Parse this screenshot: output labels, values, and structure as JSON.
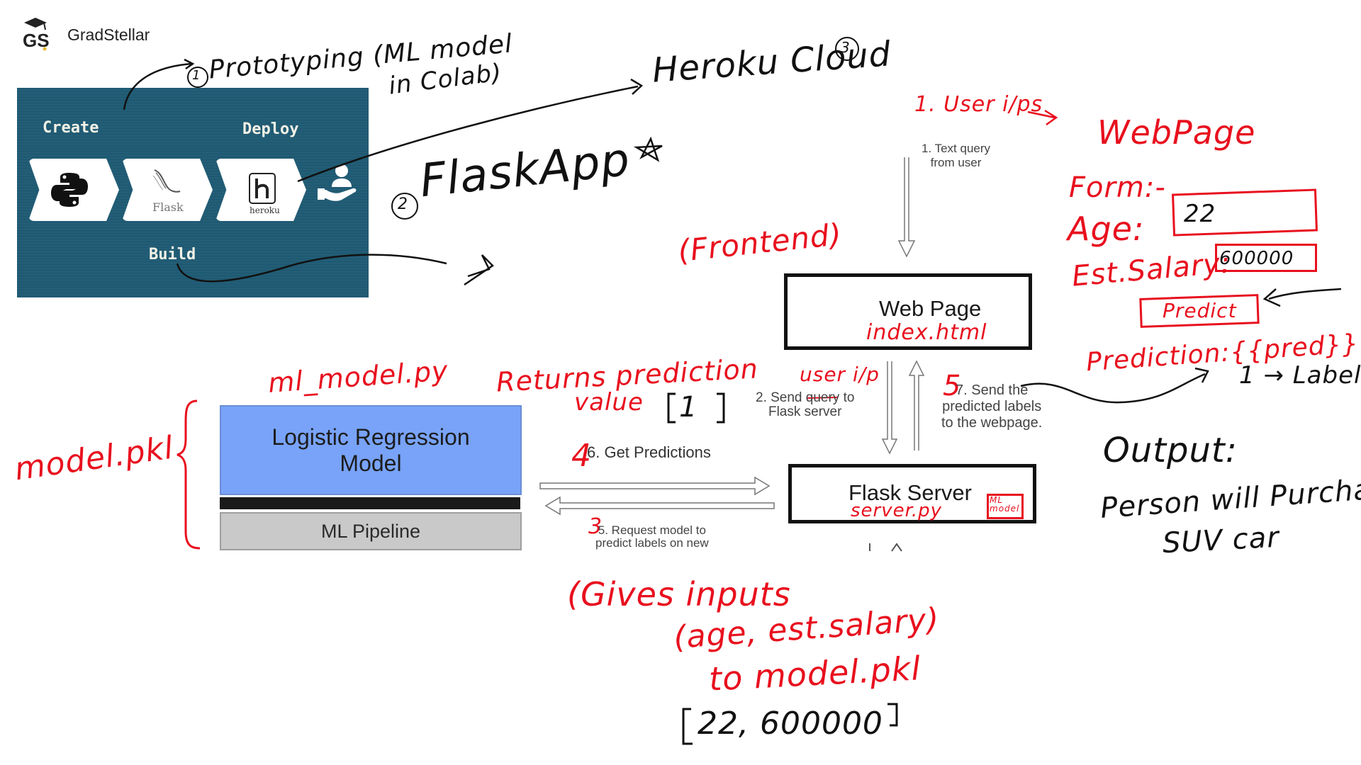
{
  "brand": {
    "name": "GradStellar",
    "logo_icon": "gradstellar-logo-icon"
  },
  "banner": {
    "create": "Create",
    "deploy": "Deploy",
    "build": "Build",
    "flask_tile": "Flask",
    "heroku_tile": "heroku",
    "icons": [
      "python-icon",
      "flask-icon",
      "heroku-icon",
      "hand-user-icon"
    ]
  },
  "notes_top": {
    "prototyping_num": "1",
    "prototyping": "Prototyping (ML model",
    "prototyping2": "in Colab)",
    "heroku": "Heroku Cloud",
    "heroku_num": "3",
    "flask_num": "2",
    "flask": "FlaskApp"
  },
  "frontend": "(Frontend)",
  "user_ips": "1. User i/ps",
  "text_query": [
    "1. Text query",
    "from user"
  ],
  "web_page": {
    "title": "Web Page",
    "file": "index.html"
  },
  "flask_server": {
    "title": "Flask Server",
    "file": "server.py",
    "tag": "ML model"
  },
  "step2": {
    "annot": "user i/p",
    "lines": [
      "2. Send query to",
      "Flask  server"
    ]
  },
  "step7": {
    "num": "5",
    "lines": [
      "7. Send the",
      "predicted labels",
      "to the webpage."
    ]
  },
  "ml_model_py": "ml_model.py",
  "model_pkl": "model.pkl",
  "lr_model": [
    "Logistic Regression",
    "Model"
  ],
  "ml_pipeline": "ML Pipeline",
  "returns": {
    "line1": "Returns prediction",
    "line2": "value",
    "bracket": "[1]"
  },
  "get_predictions": {
    "num": "4",
    "text": "6. Get Predictions"
  },
  "request": {
    "num": "3",
    "lines": [
      "5. Request model to",
      "predict labels on new"
    ]
  },
  "gives_inputs": {
    "line1": "(Gives inputs",
    "line2": "(age, est.salary)",
    "line3": "to model.pkl",
    "example": "[22, 600000]"
  },
  "webpage_form": {
    "title": "WebPage",
    "form": "Form:-",
    "age_label": "Age:",
    "age_value": "22",
    "salary_label": "Est.Salary:",
    "salary_value": "600000",
    "predict_button": "Predict",
    "prediction": "Prediction:{{pred}}",
    "label_note": "1 → Label"
  },
  "output": {
    "title": "Output:",
    "line1": "Person will Purchase",
    "line2": "SUV car"
  },
  "colors": {
    "annotation": "#e8101e",
    "banner": "#1f5a73",
    "lr_model": "#78a3f8",
    "pipeline": "#c9c9c9"
  }
}
